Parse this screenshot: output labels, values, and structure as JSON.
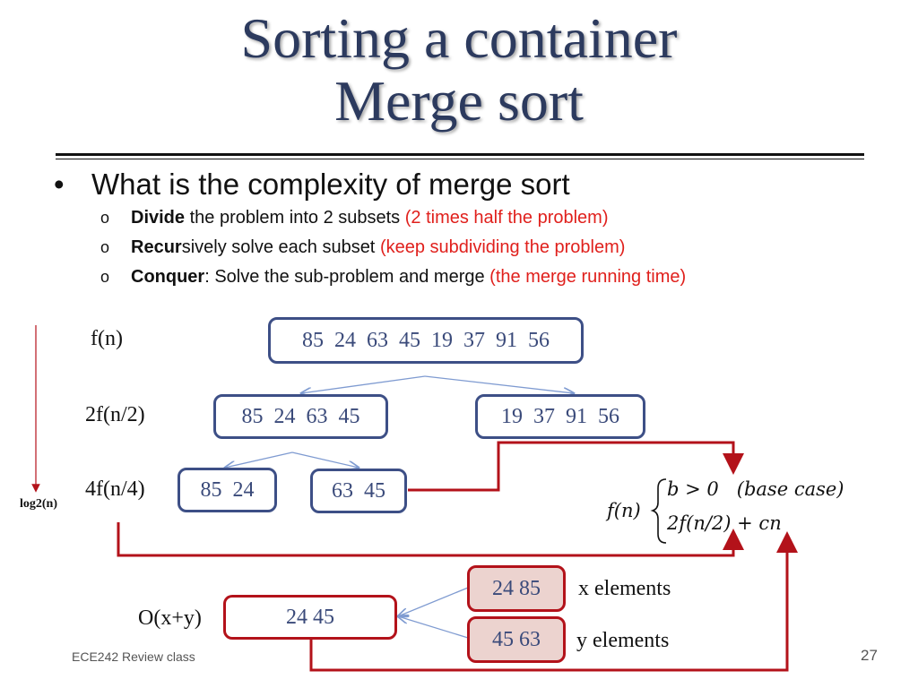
{
  "slide": {
    "title_line1": "Sorting a container",
    "title_line2": "Merge sort",
    "bullet_main": "What is the complexity of merge sort",
    "subbullets": [
      {
        "bold": "Divide",
        "text": " the problem into 2 subsets ",
        "red": "(2  times half the problem)"
      },
      {
        "bold": "Recur",
        "text": "sively solve each subset ",
        "red": "(keep subdividing the problem)"
      },
      {
        "bold": "Conquer",
        "text": ": Solve the sub-problem and merge ",
        "red": "(the merge running time)"
      }
    ],
    "bullet_symbol": "•",
    "sub_symbol": "o"
  },
  "diagram": {
    "labels": {
      "level0": "f(n)",
      "level1": "2f(n/2)",
      "level2": "4f(n/4)",
      "depth": "log2(n)",
      "merge": "O(x+y)",
      "x_elements": "x elements",
      "y_elements": "y elements"
    },
    "boxes": {
      "root": "85  24  63  45  19  37  91  56",
      "left_half": "85  24  63  45",
      "right_half": "19  37  91  56",
      "left_quarter": "85  24",
      "right_quarter": "63  45",
      "merge_x": "24 85",
      "merge_y": "45 63",
      "merge_result": "24 45"
    },
    "recurrence": {
      "lhs": "f(n)",
      "case1": "b > 0",
      "case1_note": "(base case)",
      "case2": "2f(n/2) + cn"
    },
    "colors": {
      "blue": "#3d4f86",
      "red": "#b3121a",
      "pink": "#ecd3cf",
      "arrow_blue": "#7f9bd1"
    }
  },
  "footer": {
    "left": "ECE242 Review class",
    "page": "27"
  }
}
